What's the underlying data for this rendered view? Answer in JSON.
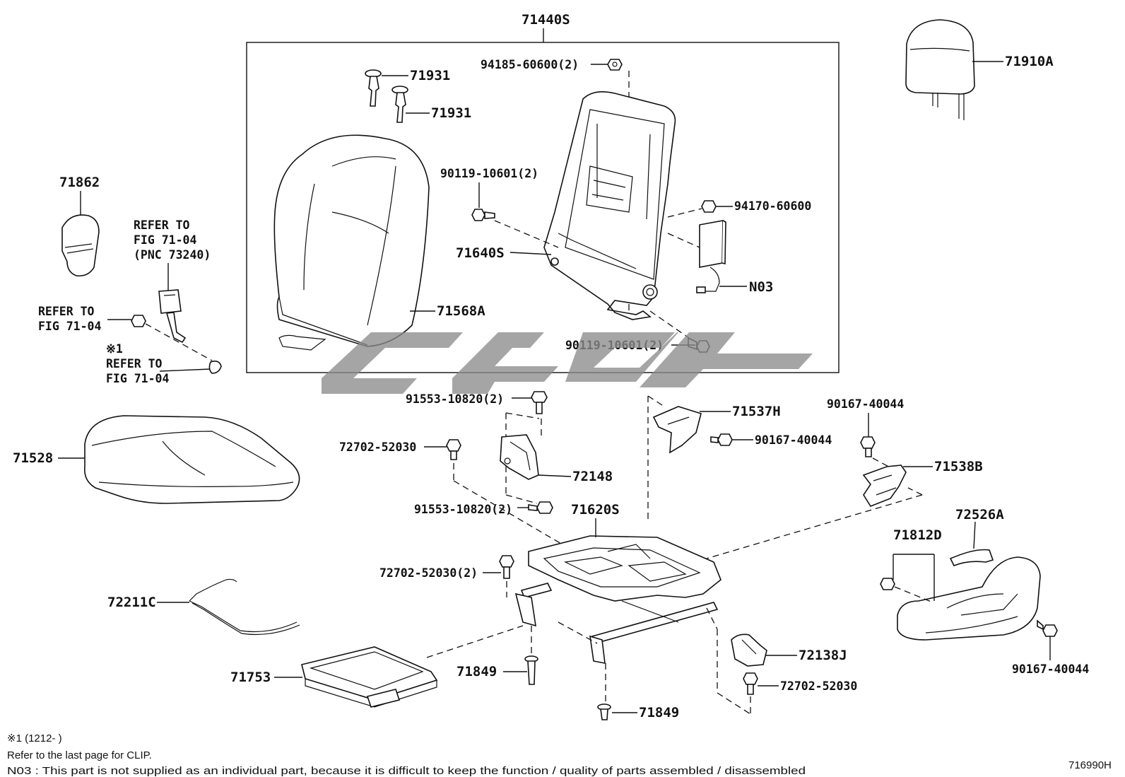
{
  "diagram": {
    "callouts": {
      "assy_71440S": "71440S",
      "headrest": "71910A",
      "clip_71931_a": "71931",
      "clip_71931_b": "71931",
      "nut_94185": "94185-60600(2)",
      "bolt_90119_a": "90119-10601(2)",
      "bolt_90119_b": "90119-10601(2)",
      "nut_94170": "94170-60600",
      "frame_71640S": "71640S",
      "airbag_N03": "N03",
      "back_pad_71568A": "71568A",
      "pad_71862": "71862",
      "refer_belt_1": "REFER TO",
      "refer_belt_2": "FIG 71-04",
      "refer_belt_3": "(PNC 73240)",
      "refer_nut_1": "REFER TO",
      "refer_nut_2": "FIG 71-04",
      "refer_clip_mark": "※1",
      "refer_clip_1": "REFER TO",
      "refer_clip_2": "FIG 71-04",
      "cushion_71528": "71528",
      "bolt_91553_a": "91553-10820(2)",
      "bolt_91553_b": "91553-10820(2)",
      "bolt_72702_a": "72702-52030",
      "bracket_72148": "72148",
      "cover_71537H": "71537H",
      "screw_90167_a": "90167-40044",
      "screw_90167_b": "90167-40044",
      "screw_90167_c": "90167-40044",
      "cover_71538B": "71538B",
      "adjuster_71620S": "71620S",
      "knob_72526A": "72526A",
      "shield_71812D": "71812D",
      "bolt_72702_b": "72702-52030(2)",
      "wire_72211C": "72211C",
      "tray_71753": "71753",
      "pin_71849_a": "71849",
      "pin_71849_b": "71849",
      "cover_72138J": "72138J",
      "bolt_72702_c": "72702-52030"
    },
    "notes": {
      "clip_note": "※1 (1212-    )",
      "clip_refer": "Refer to the last page for CLIP.",
      "n03_note": "N03 : This part is not supplied as an individual part, because it is difficult to keep the function / quality of parts assembled / disassembled",
      "figure_code": "716990H"
    }
  }
}
